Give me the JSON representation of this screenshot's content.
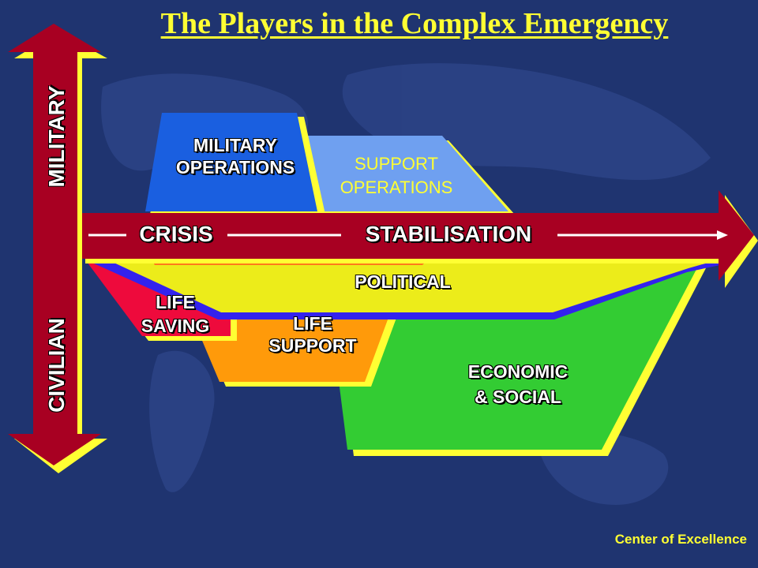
{
  "title": "The Players in the Complex Emergency",
  "axis": {
    "vertical_top": "MILITARY",
    "vertical_bottom": "CIVILIAN",
    "phase_1": "CRISIS",
    "phase_2": "STABILISATION"
  },
  "shapes": {
    "military_operations": [
      "MILITARY",
      "OPERATIONS"
    ],
    "support_operations": [
      "SUPPORT",
      "OPERATIONS"
    ],
    "political": "POLITICAL",
    "life_saving": [
      "LIFE",
      "SAVING"
    ],
    "life_support": [
      "LIFE",
      "SUPPORT"
    ],
    "economic_social": [
      "ECONOMIC",
      "& SOCIAL"
    ]
  },
  "footer": "Center of Excellence",
  "colors": {
    "background": "#1f3470",
    "arrow": "#a80022",
    "outline": "#ffff33",
    "military_operations": "#1a5fe0",
    "support_operations": "#6fa0f0",
    "political": "#ecec1a",
    "life_saving": "#ee0a3c",
    "life_support": "#ff9a0a",
    "economic_social": "#33cc33",
    "title": "#ffff33"
  }
}
